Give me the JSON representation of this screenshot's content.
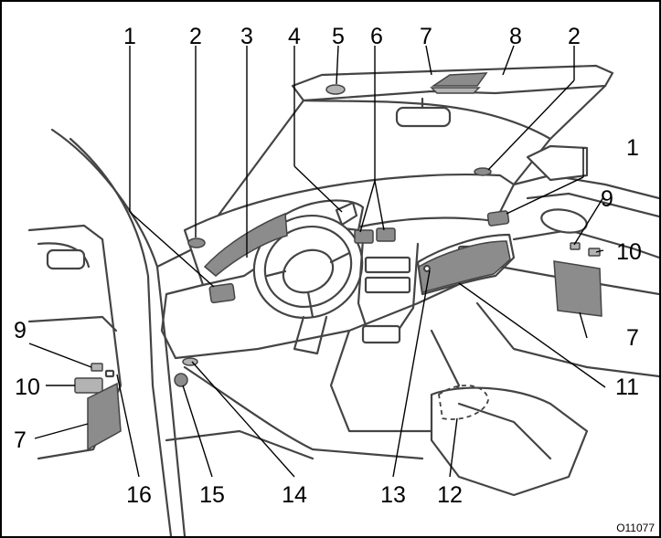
{
  "figure": {
    "code": "O11077",
    "callouts": [
      {
        "key": "c1a",
        "text": "1"
      },
      {
        "key": "c2a",
        "text": "2"
      },
      {
        "key": "c3",
        "text": "3"
      },
      {
        "key": "c4",
        "text": "4"
      },
      {
        "key": "c5",
        "text": "5"
      },
      {
        "key": "c6",
        "text": "6"
      },
      {
        "key": "c7a",
        "text": "7"
      },
      {
        "key": "c8",
        "text": "8"
      },
      {
        "key": "c2b",
        "text": "2"
      },
      {
        "key": "c1b",
        "text": "1"
      },
      {
        "key": "c9a",
        "text": "9"
      },
      {
        "key": "c10a",
        "text": "10"
      },
      {
        "key": "c7b",
        "text": "7"
      },
      {
        "key": "c11",
        "text": "11"
      },
      {
        "key": "c9b",
        "text": "9"
      },
      {
        "key": "c10b",
        "text": "10"
      },
      {
        "key": "c7c",
        "text": "7"
      },
      {
        "key": "c16",
        "text": "16"
      },
      {
        "key": "c15",
        "text": "15"
      },
      {
        "key": "c14",
        "text": "14"
      },
      {
        "key": "c13",
        "text": "13"
      },
      {
        "key": "c12",
        "text": "12"
      }
    ]
  }
}
